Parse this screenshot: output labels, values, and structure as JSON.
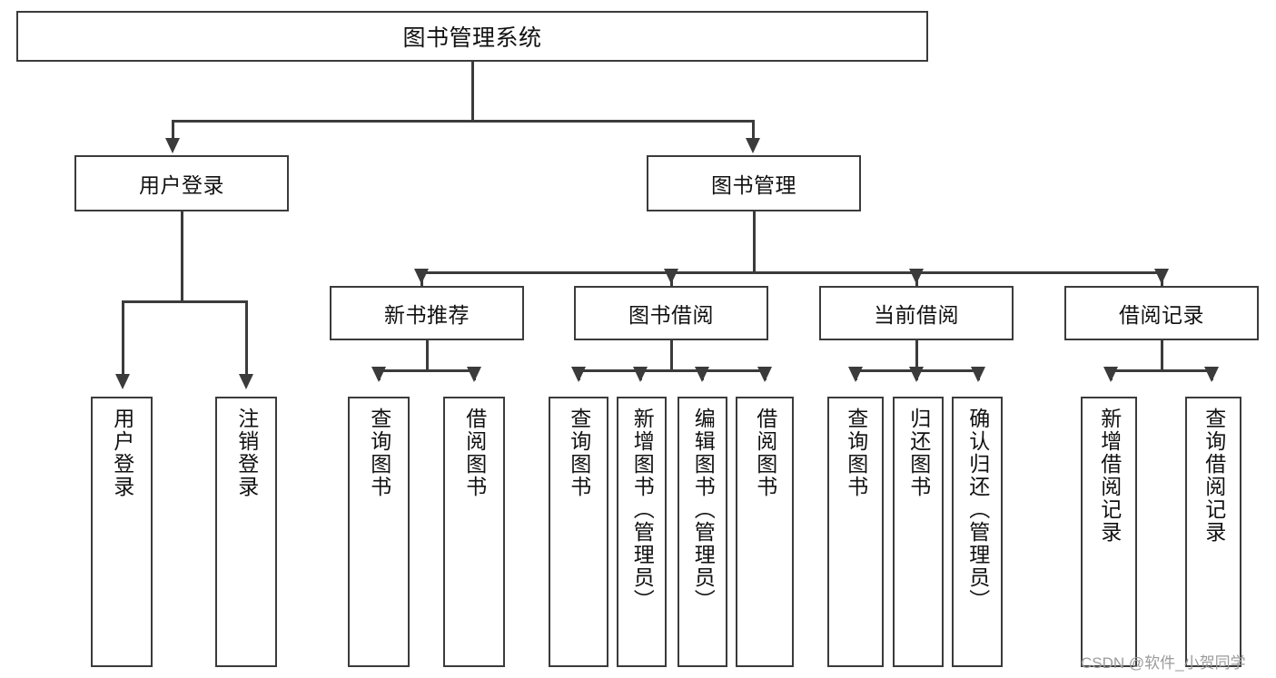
{
  "diagram": {
    "type": "tree-hierarchy",
    "root": {
      "label": "图书管理系统"
    },
    "level2": [
      {
        "label": "用户登录"
      },
      {
        "label": "图书管理"
      }
    ],
    "level3": [
      {
        "label": "新书推荐"
      },
      {
        "label": "图书借阅"
      },
      {
        "label": "当前借阅"
      },
      {
        "label": "借阅记录"
      }
    ],
    "leaves": {
      "user_login": [
        {
          "label": "用户登录"
        },
        {
          "label": "注销登录"
        }
      ],
      "new_book_recommend": [
        {
          "label": "查询图书"
        },
        {
          "label": "借阅图书"
        }
      ],
      "book_borrow": [
        {
          "label": "查询图书"
        },
        {
          "label": "新增图书（管理员）"
        },
        {
          "label": "编辑图书（管理员）"
        },
        {
          "label": "借阅图书"
        }
      ],
      "current_borrow": [
        {
          "label": "查询图书"
        },
        {
          "label": "归还图书"
        },
        {
          "label": "确认归还（管理员）"
        }
      ],
      "borrow_record": [
        {
          "label": "新增借阅记录"
        },
        {
          "label": "查询借阅记录"
        }
      ]
    }
  },
  "watermark": {
    "text": "CSDN @软件_小贺同学"
  },
  "colors": {
    "border": "#3b3b3b",
    "text": "#111111",
    "background": "#ffffff",
    "watermark": "#9b9b9b"
  }
}
